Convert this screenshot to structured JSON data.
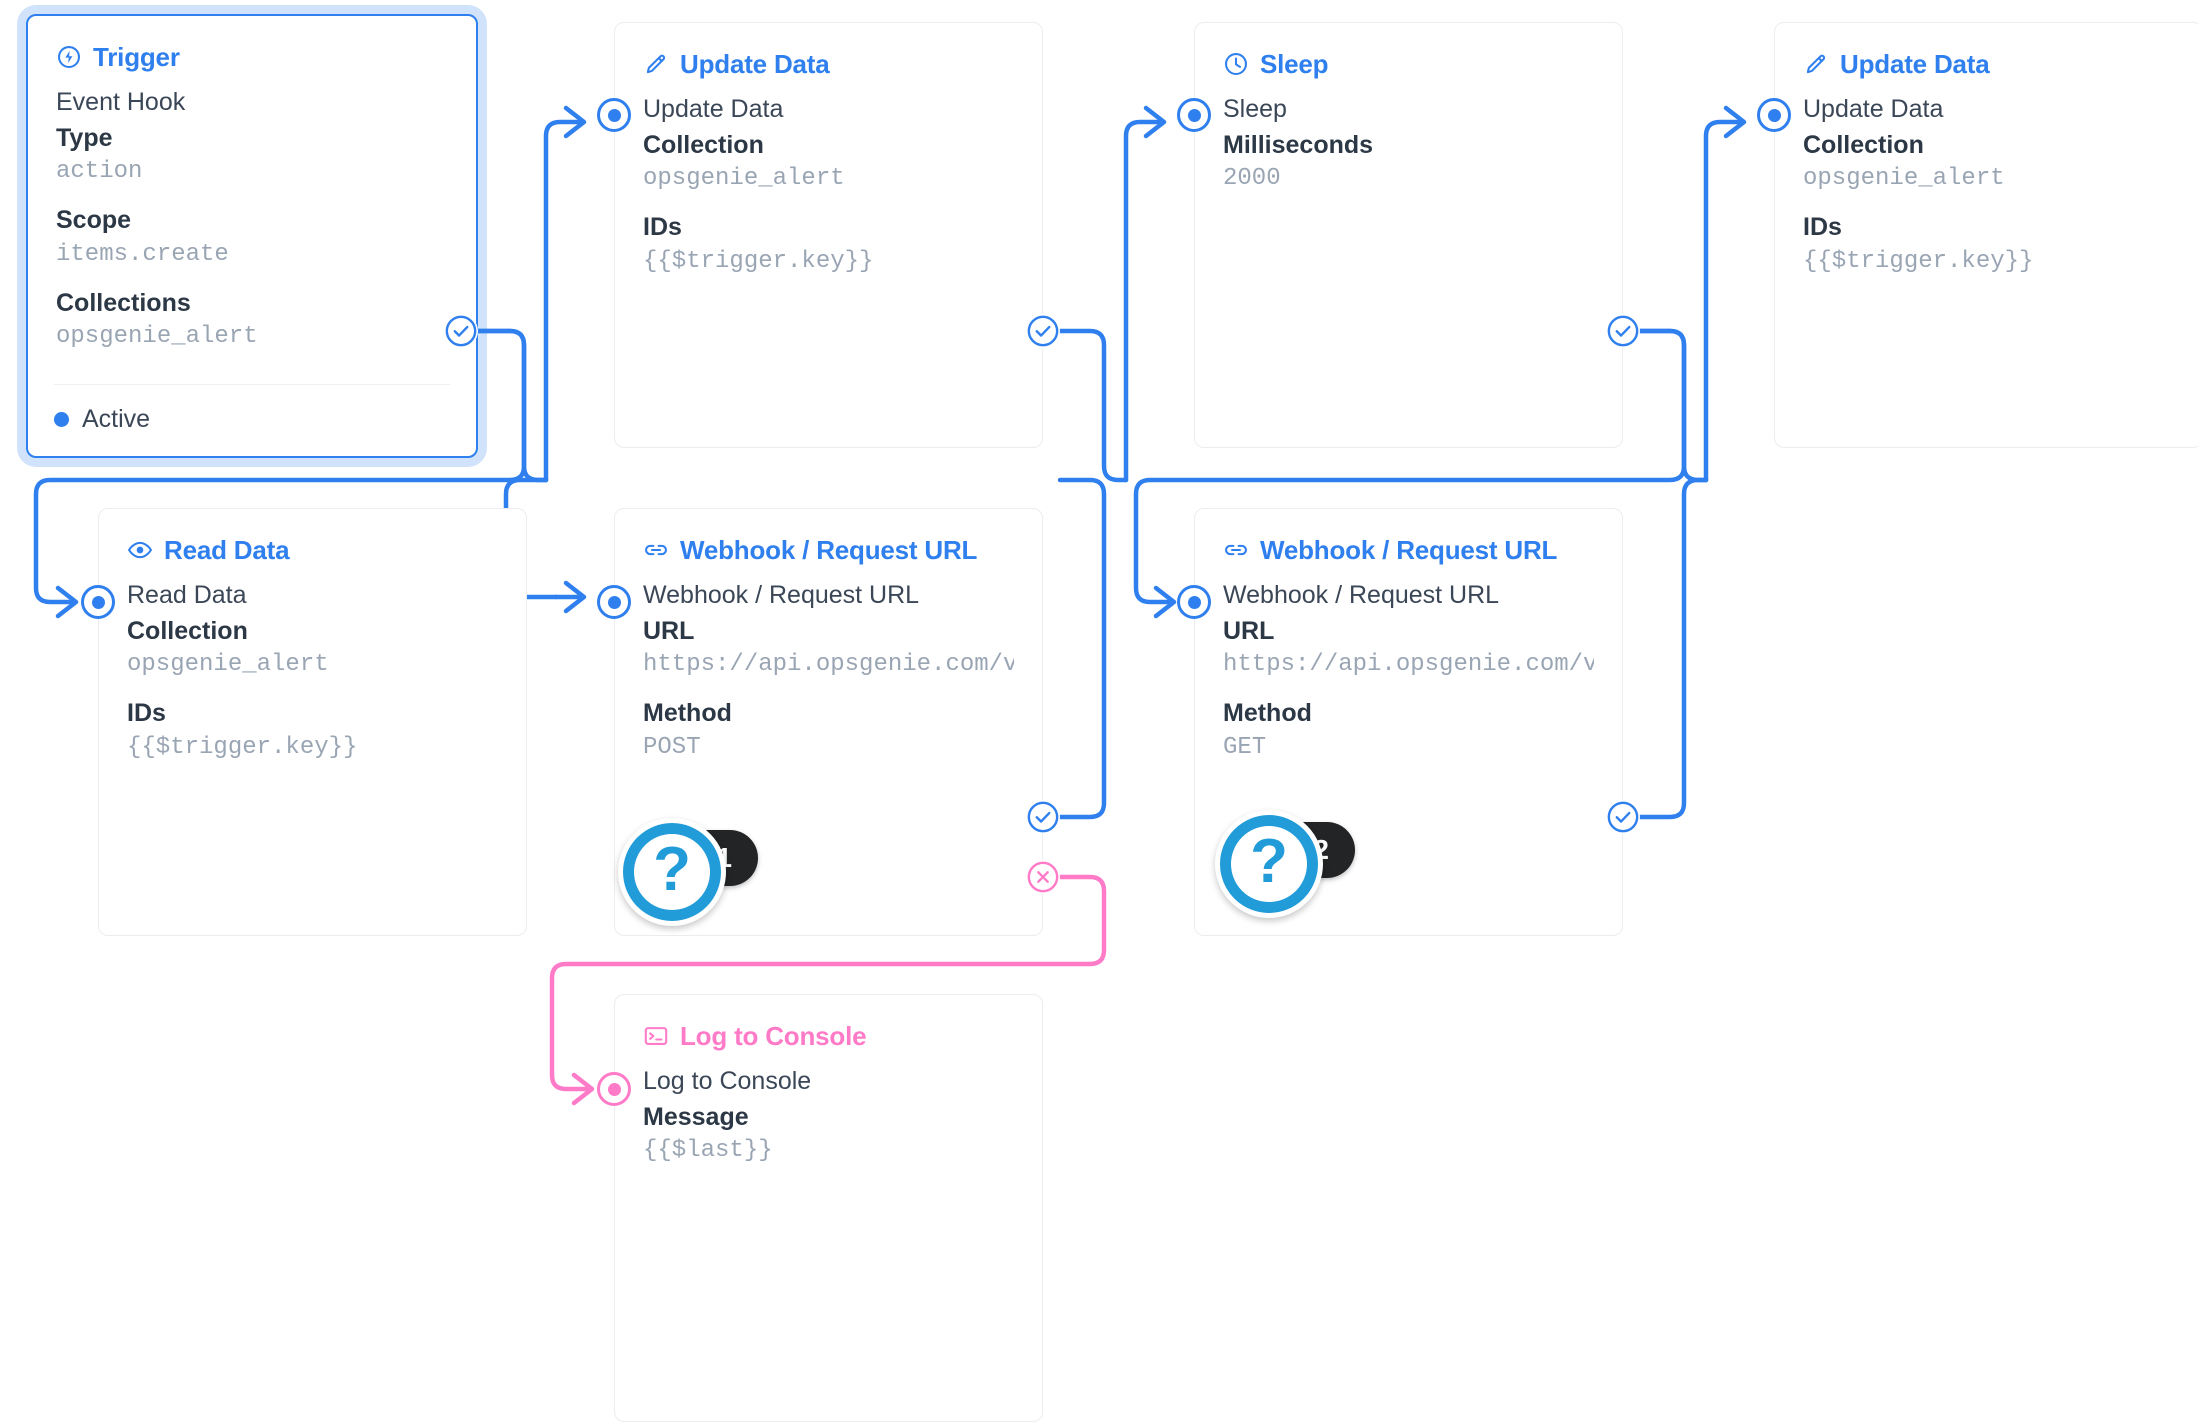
{
  "theme": {
    "accent": "#2F80EE",
    "accent_pink": "#FF7BC8",
    "value_text": "#9AA5B4",
    "badge_bg": "#222426",
    "badge_ring": "#229CD8"
  },
  "nodes": [
    {
      "id": "trigger",
      "header": "Trigger",
      "icon": "lightning-bolt-icon",
      "title": "Event Hook",
      "fields": [
        {
          "key": "Type",
          "value": "action"
        },
        {
          "key": "Scope",
          "value": "items.create"
        },
        {
          "key": "Collections",
          "value": "opsgenie_alert"
        }
      ],
      "status": "Active",
      "selected": true
    },
    {
      "id": "update-data-1",
      "header": "Update Data",
      "icon": "pencil-icon",
      "title": "Update Data",
      "fields": [
        {
          "key": "Collection",
          "value": "opsgenie_alert"
        },
        {
          "key": "IDs",
          "value": "{{$trigger.key}}"
        }
      ]
    },
    {
      "id": "sleep",
      "header": "Sleep",
      "icon": "clock-icon",
      "title": "Sleep",
      "fields": [
        {
          "key": "Milliseconds",
          "value": "2000"
        }
      ]
    },
    {
      "id": "update-data-2",
      "header": "Update Data",
      "icon": "pencil-icon",
      "title": "Update Data",
      "fields": [
        {
          "key": "Collection",
          "value": "opsgenie_alert"
        },
        {
          "key": "IDs",
          "value": "{{$trigger.key}}"
        }
      ]
    },
    {
      "id": "read-data",
      "header": "Read Data",
      "icon": "eye-icon",
      "title": "Read Data",
      "fields": [
        {
          "key": "Collection",
          "value": "opsgenie_alert"
        },
        {
          "key": "IDs",
          "value": "{{$trigger.key}}"
        }
      ]
    },
    {
      "id": "webhook-post",
      "header": "Webhook / Request URL",
      "icon": "link-icon",
      "title": "Webhook / Request URL",
      "fields": [
        {
          "key": "URL",
          "value": "https://api.opsgenie.com/v…"
        },
        {
          "key": "Method",
          "value": "POST"
        }
      ]
    },
    {
      "id": "webhook-get",
      "header": "Webhook / Request URL",
      "icon": "link-icon",
      "title": "Webhook / Request URL",
      "fields": [
        {
          "key": "URL",
          "value": "https://api.opsgenie.com/v…"
        },
        {
          "key": "Method",
          "value": "GET"
        }
      ]
    },
    {
      "id": "log-to-console",
      "header": "Log to Console",
      "icon": "terminal-icon",
      "title": "Log to Console",
      "fields": [
        {
          "key": "Message",
          "value": "{{$last}}"
        }
      ],
      "color": "pink"
    }
  ],
  "badges": [
    {
      "id": "badge-1",
      "symbol": "?",
      "count": "1"
    },
    {
      "id": "badge-2",
      "symbol": "?",
      "count": "2"
    }
  ]
}
